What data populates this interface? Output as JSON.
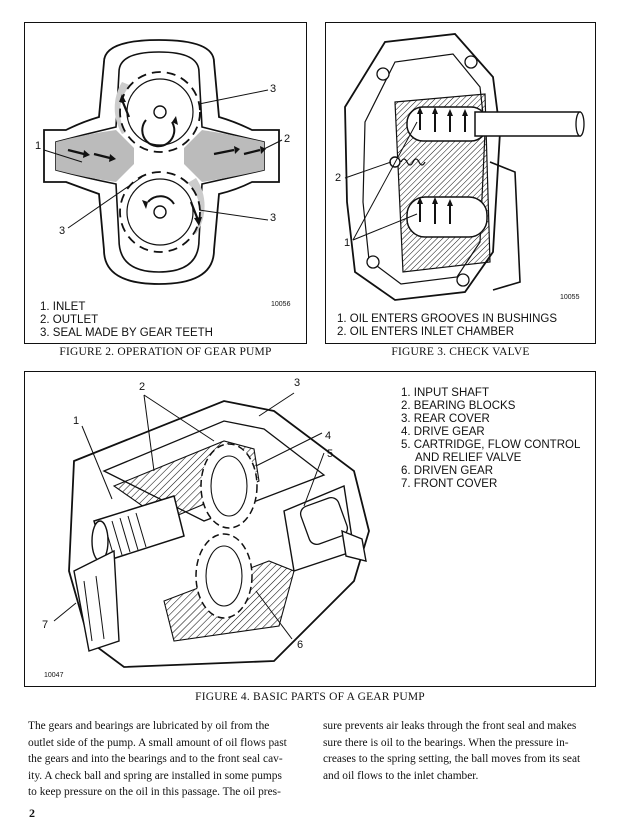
{
  "figure2": {
    "caption": "FIGURE 2. OPERATION OF GEAR PUMP",
    "drawing_number": "10056",
    "callouts": [
      "1",
      "2",
      "3",
      "3",
      "3"
    ],
    "legend": [
      "1. INLET",
      "2. OUTLET",
      "3. SEAL MADE BY GEAR TEETH"
    ]
  },
  "figure3": {
    "caption": "FIGURE 3. CHECK VALVE",
    "drawing_number": "10055",
    "callouts": [
      "2",
      "1"
    ],
    "legend": [
      "1. OIL ENTERS GROOVES IN BUSHINGS",
      "2. OIL ENTERS INLET CHAMBER"
    ]
  },
  "figure4": {
    "caption": "FIGURE 4. BASIC PARTS OF A GEAR PUMP",
    "drawing_number": "10047",
    "callouts": [
      "1",
      "2",
      "3",
      "4",
      "5",
      "6",
      "7"
    ],
    "legend": [
      "1. INPUT SHAFT",
      "2. BEARING BLOCKS",
      "3. REAR COVER",
      "4. DRIVE GEAR",
      "5. CARTRIDGE, FLOW CONTROL",
      "AND RELIEF VALVE",
      "6. DRIVEN GEAR",
      "7. FRONT COVER"
    ]
  },
  "body": {
    "left_lines": [
      "The gears and bearings are lubricated by oil from the",
      "outlet side of the pump. A small amount of oil flows past",
      "the gears and into the bearings and to the front seal cav-",
      "ity. A check ball and spring are installed in some pumps",
      "to keep pressure on the oil in this passage. The oil pres-"
    ],
    "right_lines": [
      "sure prevents air leaks through the front seal and makes",
      "sure there is oil to the bearings. When the pressure in-",
      "creases to the spring setting, the ball moves from its seat",
      "and oil flows to the inlet chamber."
    ]
  },
  "page_number": "2"
}
